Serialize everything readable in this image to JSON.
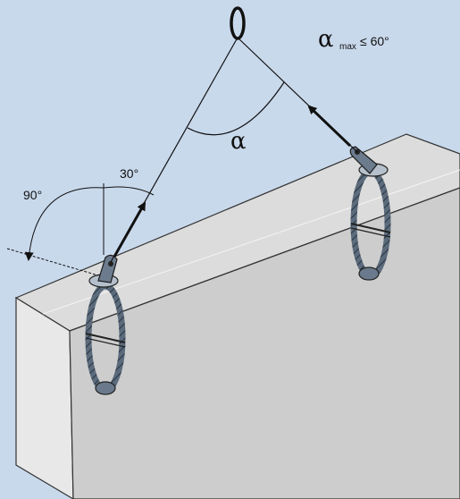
{
  "diagram": {
    "angle_symbol": "α",
    "alpha_max_symbol": "α",
    "alpha_max_subscript": "max",
    "alpha_max_relation": "≤ 60°",
    "angle_vertical_label": "90°",
    "angle_inclination_label": "30°"
  },
  "colors": {
    "background": "#c9d9ec",
    "block_top": "#dcdcdc",
    "block_front": "#cfcfcf",
    "block_end": "#e6e6e6",
    "outline": "#333333",
    "loop_dark": "#4a5a6a",
    "collar": "#6a7a8c"
  },
  "icons": {
    "hook": "crane-hook-icon",
    "arrow": "arrow-icon",
    "anchor": "lifting-anchor-icon",
    "rope_loop": "rope-loop-icon"
  }
}
